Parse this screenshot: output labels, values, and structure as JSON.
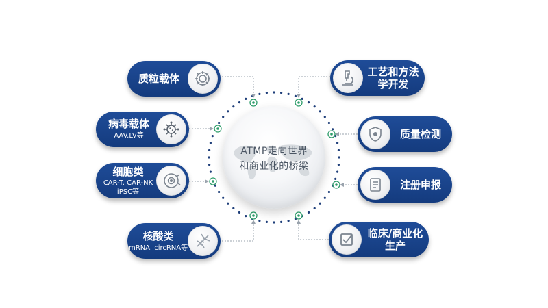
{
  "hub": {
    "line1": "ATMP走向世界",
    "line2": "和商业化的桥梁"
  },
  "nodes": {
    "plasmid": {
      "title": "质粒载体",
      "icon": "gear-icon"
    },
    "virus": {
      "title": "病毒载体",
      "sub": "AAV.LV等",
      "icon": "virus-icon"
    },
    "cell": {
      "title": "细胞类",
      "sub": "CAR-T. CAR-NK",
      "sub2": "iPSC等",
      "icon": "cell-icon"
    },
    "nucleic": {
      "title": "核酸类",
      "sub": "mRNA. circRNA等",
      "icon": "dna-icon"
    },
    "process": {
      "title": "工艺和方法",
      "title2": "学开发",
      "icon": "microscope-icon"
    },
    "quality": {
      "title": "质量检测",
      "icon": "shield-icon"
    },
    "register": {
      "title": "注册申报",
      "icon": "document-icon"
    },
    "commercial": {
      "title": "临床/商业化",
      "title2": "生产",
      "icon": "checkbox-icon"
    }
  },
  "colors": {
    "pill": "#1a4690",
    "dot": "#1f3f7a",
    "connector_node": "#2e9d6a",
    "wire": "#9aa3ad"
  }
}
